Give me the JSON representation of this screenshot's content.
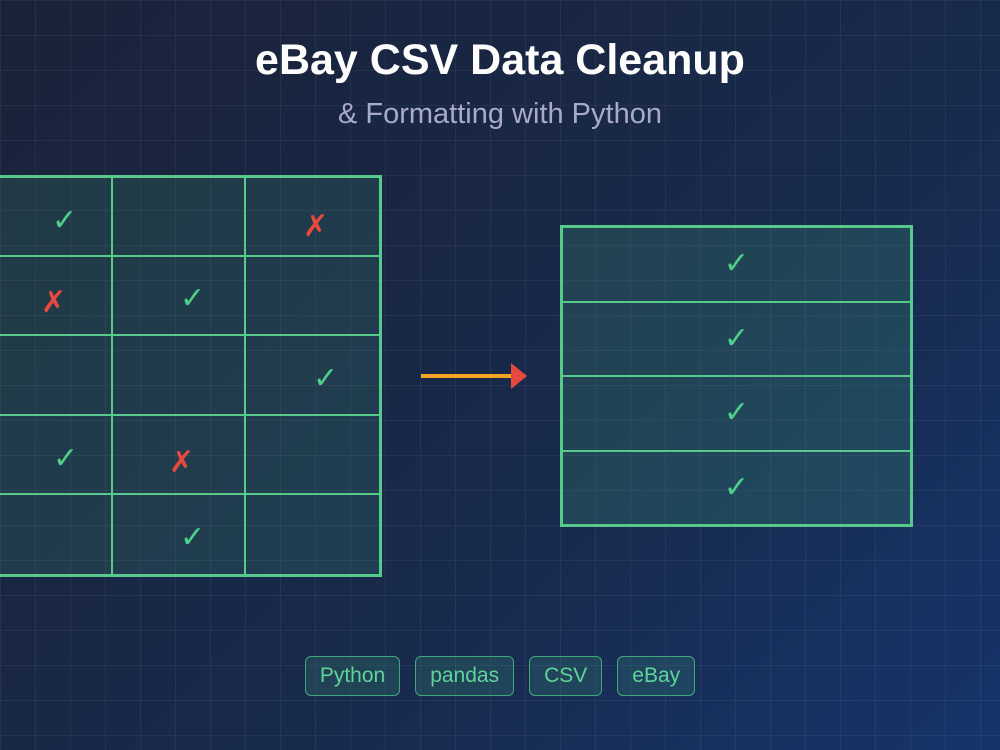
{
  "header": {
    "title": "eBay CSV Data Cleanup",
    "subtitle": "& Formatting with Python"
  },
  "messy_table": {
    "rows": [
      [
        "check",
        "",
        "cross"
      ],
      [
        "cross",
        "check",
        ""
      ],
      [
        "",
        "",
        "check"
      ],
      [
        "check",
        "cross",
        ""
      ],
      [
        "",
        "check",
        ""
      ]
    ]
  },
  "clean_table": {
    "rows": [
      "check",
      "check",
      "check",
      "check"
    ]
  },
  "symbols": {
    "check": "✓",
    "cross": "✗"
  },
  "tags": [
    "Python",
    "pandas",
    "CSV",
    "eBay"
  ],
  "colors": {
    "accent_green": "#56c98b",
    "check_green": "#4fcf8a",
    "cross_red": "#e8493c",
    "arrow_orange": "#f4a422"
  }
}
